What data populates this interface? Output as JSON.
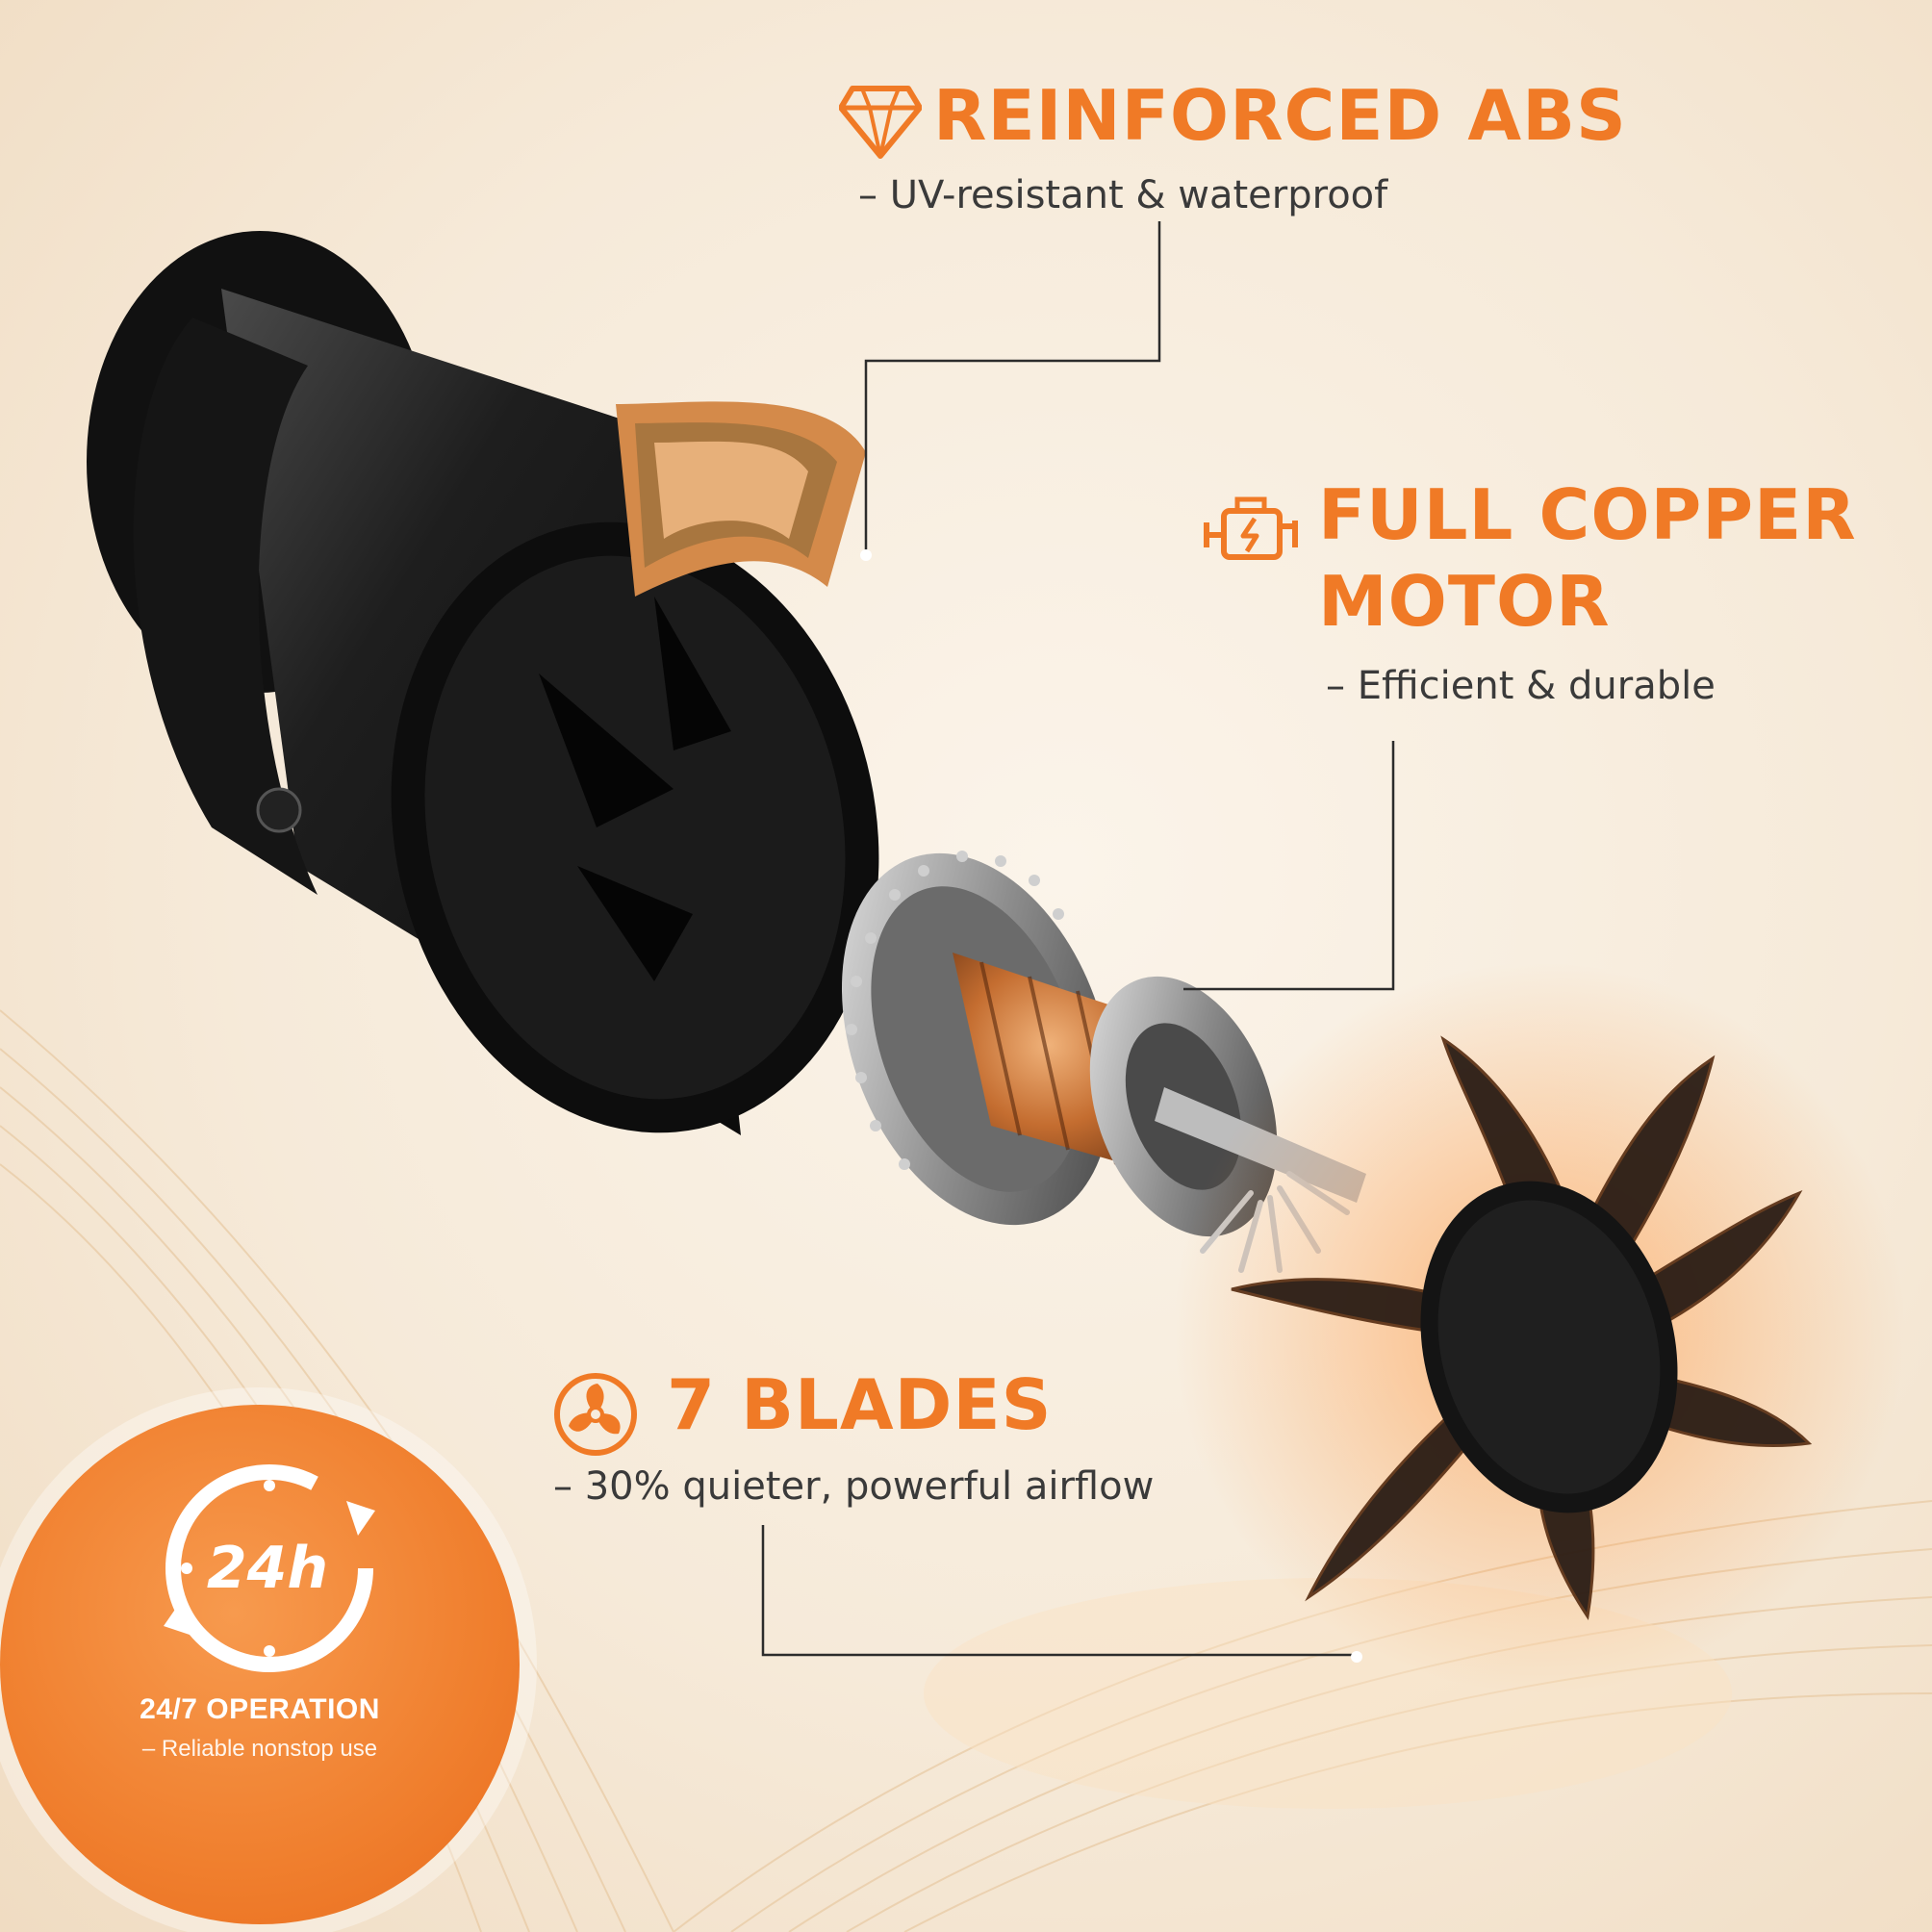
{
  "features": {
    "abs": {
      "title": "REINFORCED ABS",
      "subtitle": "– UV-resistant & waterproof",
      "icon": "diamond-icon"
    },
    "motor": {
      "title_line1": "FULL COPPER",
      "title_line2": "MOTOR",
      "subtitle": "– Efficient & durable",
      "icon": "engine-icon"
    },
    "blades": {
      "title": "7 BLADES",
      "subtitle": "– 30% quieter, powerful airflow",
      "icon": "fan-icon"
    }
  },
  "badge": {
    "icon_text": "24h",
    "title": "24/7 OPERATION",
    "subtitle": "– Reliable nonstop use",
    "icon": "clock-24h-icon"
  },
  "colors": {
    "accent": "#f07a26",
    "text": "#3a3a3a",
    "housing": "#1c1c1c",
    "copper": "#c8743a",
    "background": "#f7ecdd"
  }
}
